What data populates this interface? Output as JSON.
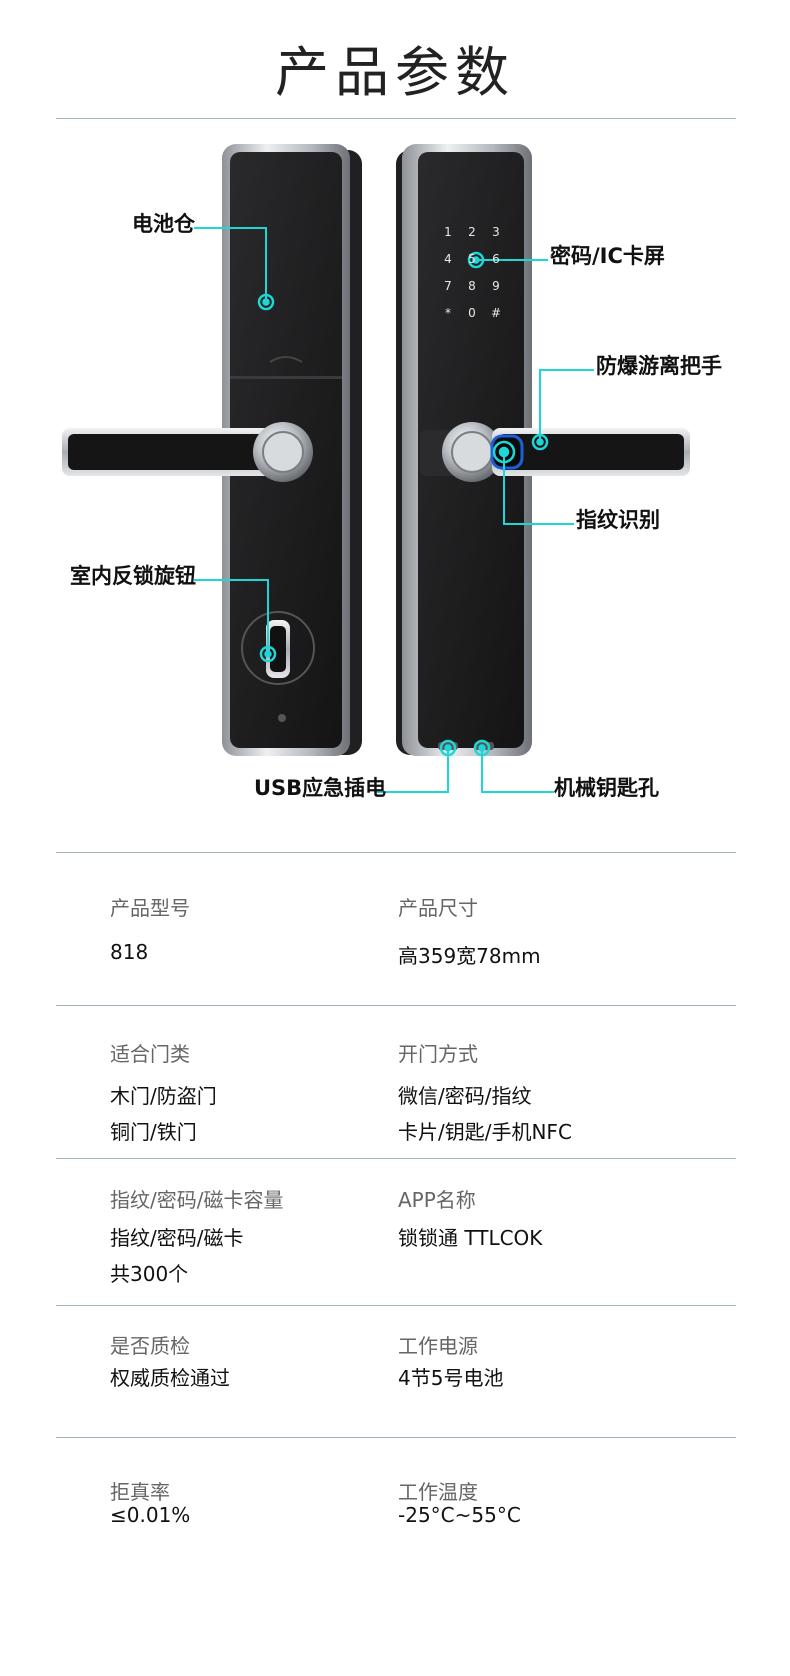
{
  "page": {
    "title": "产品参数"
  },
  "callouts": {
    "battery": "电池仓",
    "knob": "室内反锁旋钮",
    "usb": "USB应急插电",
    "screen": "密码/IC卡屏",
    "handle": "防爆游离把手",
    "fingerprint": "指纹识别",
    "keyhole": "机械钥匙孔"
  },
  "keypad": [
    "1",
    "2",
    "3",
    "4",
    "5",
    "6",
    "7",
    "8",
    "9",
    "*",
    "0",
    "#"
  ],
  "specs": [
    {
      "left": {
        "label": "产品型号",
        "values": [
          "818"
        ]
      },
      "right": {
        "label": "产品尺寸",
        "values": [
          "高359宽78mm"
        ]
      }
    },
    {
      "left": {
        "label": "适合门类",
        "values": [
          "木门/防盗门",
          "铜门/铁门"
        ]
      },
      "right": {
        "label": "开门方式",
        "values": [
          "微信/密码/指纹",
          "卡片/钥匙/手机NFC"
        ]
      }
    },
    {
      "left": {
        "label": "指纹/密码/磁卡容量",
        "values": [
          "指纹/密码/磁卡",
          "共300个"
        ]
      },
      "right": {
        "label": "APP名称",
        "values": [
          "锁锁通 TTLCOK"
        ]
      }
    },
    {
      "left": {
        "label": "是否质检",
        "values": [
          "权威质检通过"
        ]
      },
      "right": {
        "label": "工作电源",
        "values": [
          "4节5号电池"
        ]
      }
    },
    {
      "left": {
        "label": "拒真率",
        "values": [
          "≤0.01%"
        ]
      },
      "right": {
        "label": "工作温度",
        "values": [
          "-25°C~55°C"
        ]
      }
    }
  ],
  "colors": {
    "accent": "#1fd6d6",
    "rule": "#9fb3b3",
    "lock_body": "#1c1c1c",
    "chrome": "#c9ccd0"
  }
}
